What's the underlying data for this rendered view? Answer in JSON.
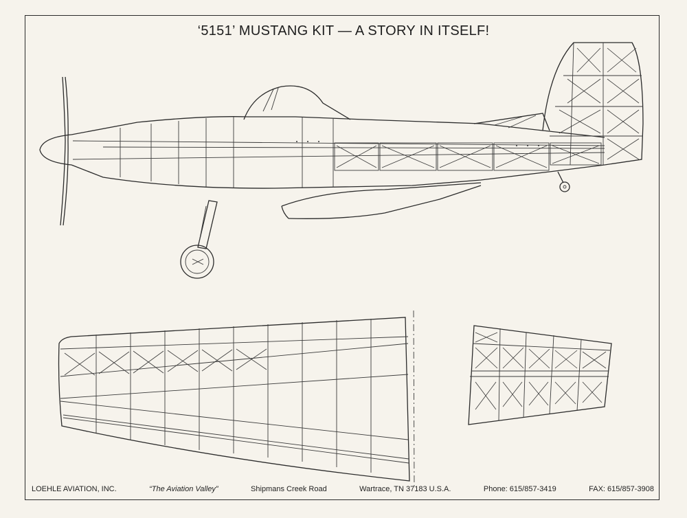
{
  "title": "‘5151’ MUSTANG KIT —  A STORY IN ITSELF!",
  "footer": {
    "company": "LOEHLE AVIATION, INC.",
    "slogan": "“The Aviation Valley”",
    "road": "Shipmans Creek Road",
    "city": "Wartrace, TN 37183 U.S.A.",
    "phone": "Phone: 615/857-3419",
    "fax": "FAX: 615/857-3908"
  }
}
